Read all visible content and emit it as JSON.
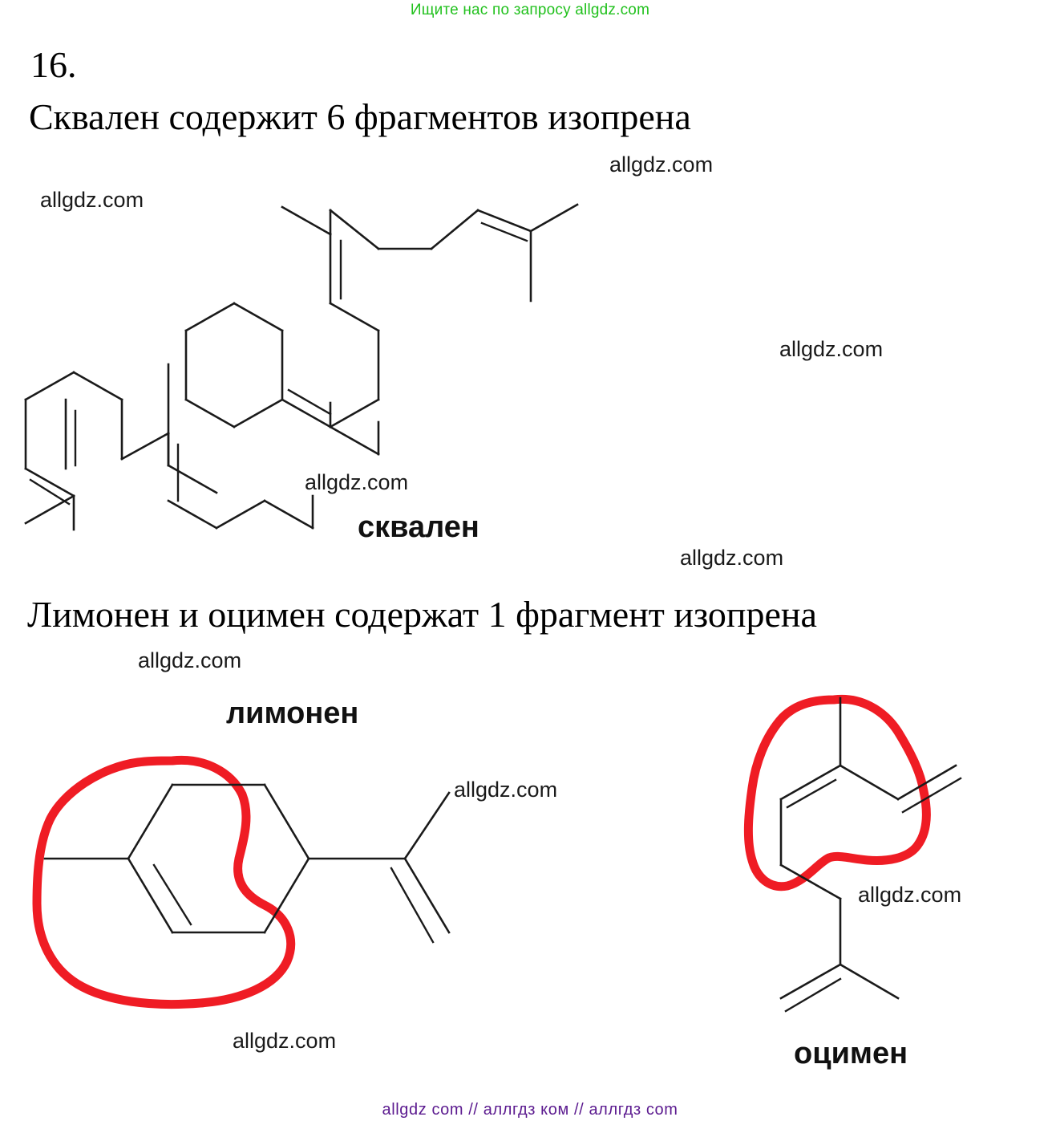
{
  "promo": {
    "text": "Ищите нас по запросу allgdz.com",
    "color": "#22c11e"
  },
  "task": {
    "number": "16.",
    "heading_squalene": "Сквален содержит 6 фрагментов изопрена",
    "heading_limonene_ocimene": "Лимонен и оцимен содержат 1 фрагмент изопрена"
  },
  "molecules": {
    "squalene_caption": "сквален",
    "limonene_caption": "лимонен",
    "ocimene_caption": "оцимен"
  },
  "annotations": {
    "highlight_color": "#ef1c24",
    "limonene_circle_name": "isoprene fragment circle",
    "ocimene_circle_name": "isoprene fragment circle"
  },
  "watermarks": [
    "allgdz.com",
    "allgdz.com",
    "allgdz.com",
    "allgdz.com",
    "allgdz.com",
    "allgdz.com",
    "allgdz.com",
    "allgdz.com",
    "allgdz.com"
  ],
  "footer": {
    "text": "allgdz com  //  аллгдз ком  //  аллгдз com",
    "color": "#5b1a8f"
  }
}
